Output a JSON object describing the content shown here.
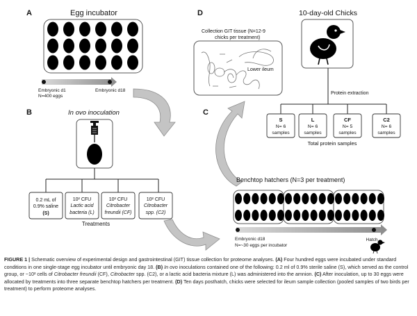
{
  "panels": {
    "a": {
      "letter": "A",
      "title": "Egg incubator",
      "timeline_start": "Embryonic d1",
      "timeline_start_n": "N=400 eggs",
      "timeline_end": "Embryonic d18"
    },
    "b": {
      "letter": "B",
      "title": "In ovo inoculation",
      "treatments_label": "Treatments",
      "treatments": [
        {
          "line1": "0.2 mL of",
          "line2": "0.9% saline",
          "line3": "(S)"
        },
        {
          "line1": "10² CFU",
          "line2": "Lactic acid",
          "line3": "bacteria (L)"
        },
        {
          "line1": "10² CFU",
          "line2": "Citrobacter",
          "line3": "freundii (CF)"
        },
        {
          "line1": "10² CFU",
          "line2": "Citrobacter",
          "line3": "spp. (C2)"
        }
      ]
    },
    "c": {
      "letter": "C",
      "title": "Benchtop hatchers (N=3 per treatment)",
      "timeline_start": "Embryonic d18",
      "timeline_start_n": "N=~30 eggs per incubator",
      "timeline_end": "Hatch"
    },
    "d": {
      "letter": "D",
      "title": "10-day-old Chicks",
      "git_title_1": "Collection GIT tissue (N=12-9",
      "git_title_2": "chicks per treatment)",
      "lower_ileum": "Lower ileum",
      "protein_extraction": "Protein extraction",
      "samples": [
        {
          "name": "S",
          "n": "N= 6",
          "unit": "samples"
        },
        {
          "name": "L",
          "n": "N= 6",
          "unit": "samples"
        },
        {
          "name": "CF",
          "n": "N= 5",
          "unit": "samples"
        },
        {
          "name": "C2",
          "n": "N= 6",
          "unit": "samples"
        }
      ],
      "total_label": "Total protein samples"
    }
  },
  "caption": {
    "label": "FIGURE 1 |",
    "text_1": " Schematic overview of experimental design and gastrointestinal (GIT) tissue collection for proteome analyses. ",
    "a_label": "(A)",
    "text_2": " Four hundred eggs were incubated under standard conditions in one single-stage egg incubator until embryonic day 18. ",
    "b_label": "(B)",
    "text_3_italic": " In ovo",
    "text_3": " inoculations contained one of the following: 0.2 ml of 0.9% sterile saline (S), which served as the control group, or ~10² cells of ",
    "text_4_italic": "Citrobacter freundii",
    "text_4": " (CF), ",
    "text_5_italic": "Citrobacter",
    "text_5": " spp. (C2), or a lactic acid bacteria mixture (L) was administered into the amnion. ",
    "c_label": "(C)",
    "text_6": " After inoculation, up to 30 eggs were allocated by treatments into three separate benchtop hatchers per treatment. ",
    "d_label": "(D)",
    "text_7": " Ten days posthatch, chicks were selected for ileum sample collection (pooled samples of two birds per treatment) to perform proteome analyses."
  },
  "colors": {
    "egg": "#000000",
    "box_stroke": "#555555",
    "arrow_gray": "#b5b5b5",
    "timeline_gray": "#9a9a9a"
  }
}
